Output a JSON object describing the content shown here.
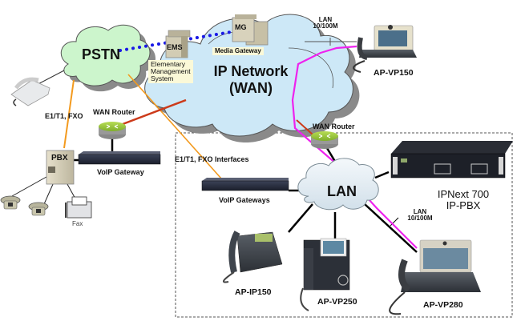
{
  "diagram": {
    "clouds": {
      "pstn": "PSTN",
      "ip_network_line1": "IP Network",
      "ip_network_line2": "(WAN)",
      "lan": "LAN"
    },
    "nodes": {
      "ems_box": "EMS",
      "ems_desc": [
        "Elementary",
        "Management",
        "System"
      ],
      "mg_box": "MG",
      "mg_desc": "Media Gateway",
      "pbx_box": "PBX",
      "fax": "Fax",
      "wan_router_left": "WAN Router",
      "wan_router_right": "WAN Router",
      "voip_gateway": "VoIP Gateway",
      "voip_gateways": "VoIP Gateways",
      "ipnext_line1": "IPNext 700",
      "ipnext_line2": "IP-PBX",
      "ap_vp150": "AP-VP150",
      "ap_ip150": "AP-IP150",
      "ap_vp250": "AP-VP250",
      "ap_vp280": "AP-VP280"
    },
    "link_labels": {
      "lan_top_line1": "LAN",
      "lan_top_line2": "10/100M",
      "lan_bottom_line1": "LAN",
      "lan_bottom_line2": "10/100M",
      "e1t1_fxo": "E1/T1, FXO",
      "e1t1_fxo_interfaces": "E1/T1, FXO Interfaces"
    },
    "colors": {
      "pstn_cloud": "#ccf5cc",
      "ip_cloud": "#cde8f7",
      "lan_cloud": "#e4eef4",
      "cloud_shadow": "#8a8a8a",
      "ems_dotted_link": "#1a1ae6",
      "orange_link": "#f39a1e",
      "red_link": "#cc3a1a",
      "magenta_link": "#ee22ee",
      "router_top": "#9fcc3a",
      "device_body": "#2c3040",
      "box_beige": "#d8d2bc",
      "label_bg": "#fbf9d8",
      "dashed_border": "#555555"
    }
  }
}
